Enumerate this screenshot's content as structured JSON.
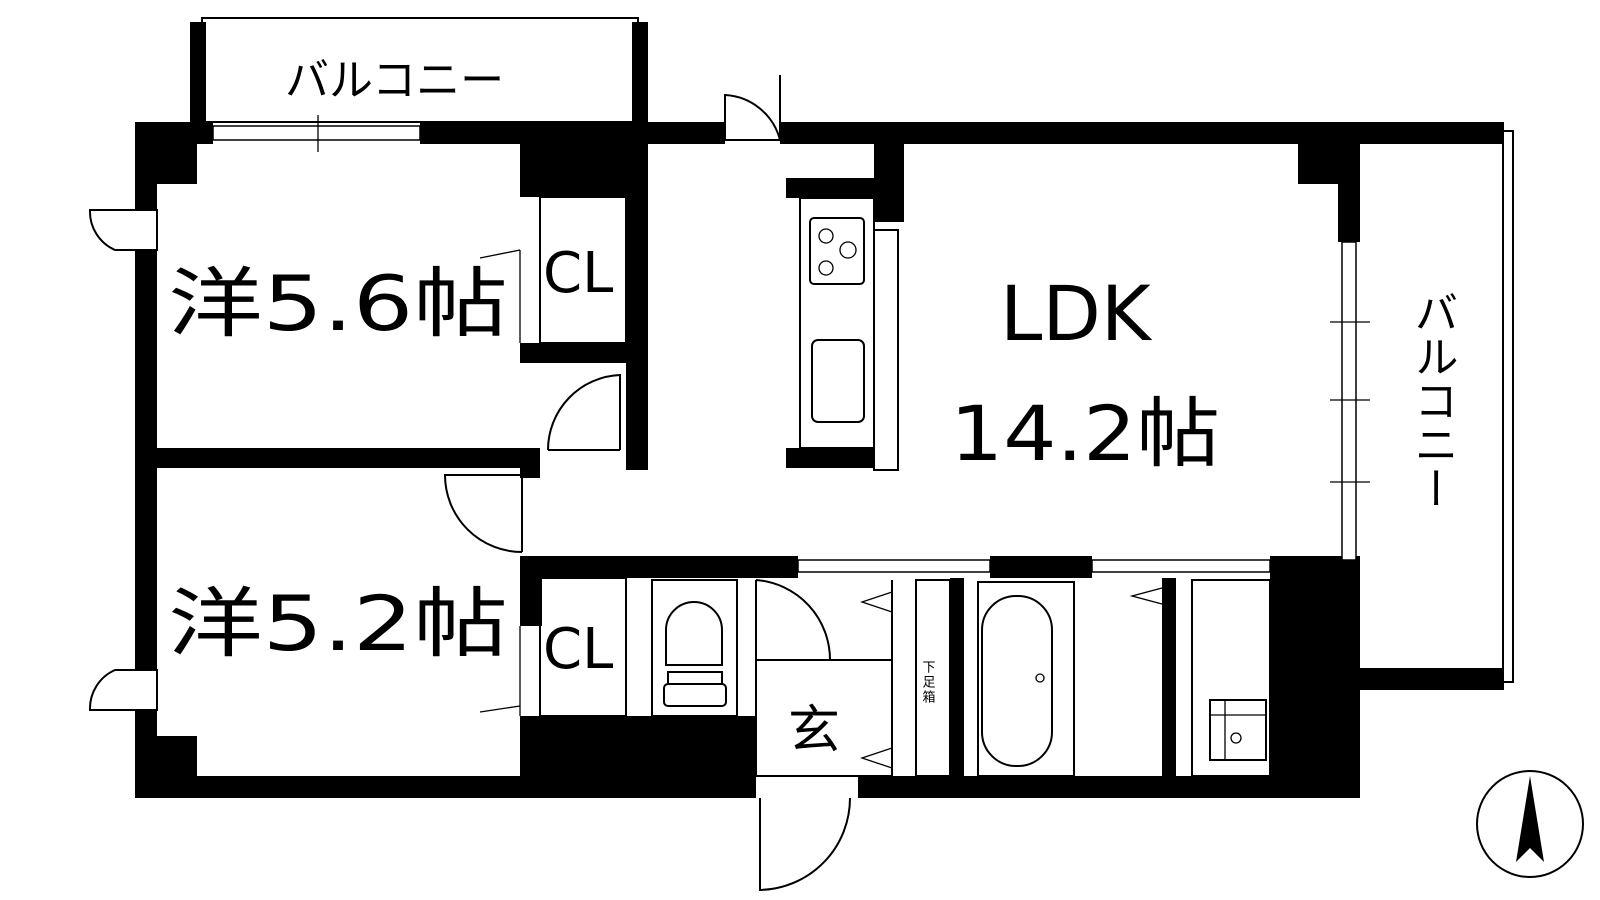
{
  "plan": {
    "rooms": {
      "bedroom_1": "洋5.6帖",
      "bedroom_2": "洋5.2帖",
      "ldk_name": "LDK",
      "ldk_size": "14.2帖",
      "closet_1": "CL",
      "closet_2": "CL",
      "entrance": "玄",
      "shoe_box": "下足箱"
    },
    "balconies": {
      "top": "バルコニー",
      "right": "バルコニー"
    }
  }
}
